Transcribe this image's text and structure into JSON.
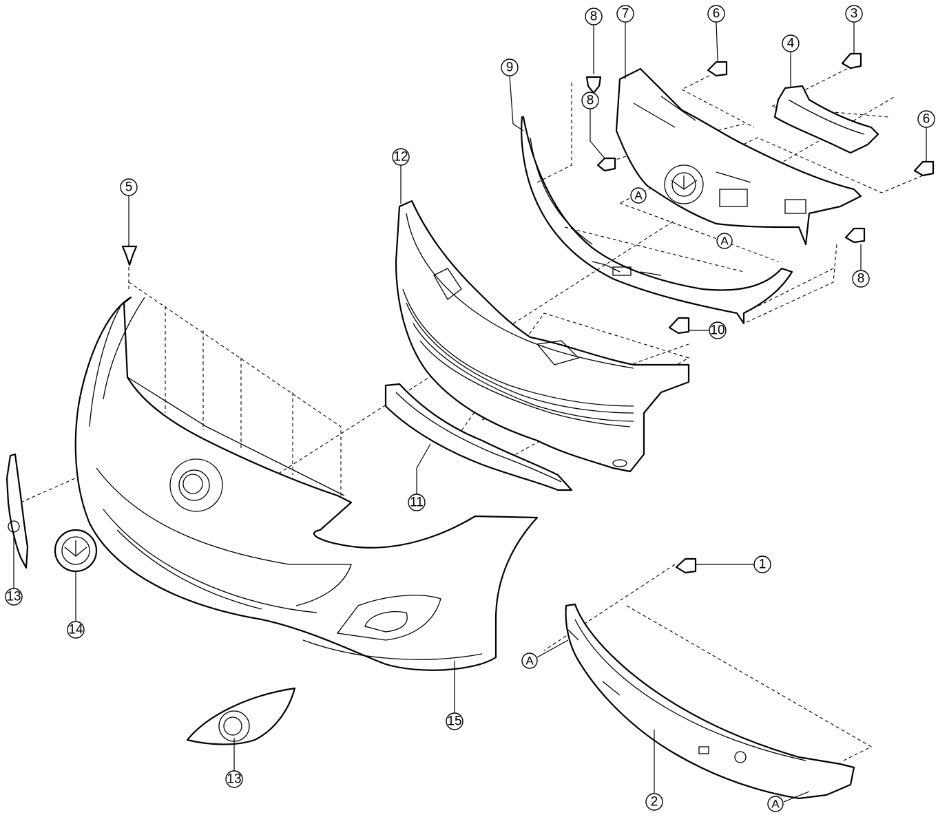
{
  "callouts": {
    "c1": "1",
    "c2": "2",
    "c3": "3",
    "c4": "4",
    "c5": "5",
    "c6a": "6",
    "c6b": "6",
    "c7": "7",
    "c8a": "8",
    "c8b": "8",
    "c8c": "8",
    "c9": "9",
    "c10": "10",
    "c11": "11",
    "c12": "12",
    "c13a": "13",
    "c13b": "13",
    "c14": "14",
    "c15": "15"
  },
  "references": {
    "r1": "A",
    "r2": "A",
    "r3": "A",
    "r4": "A"
  }
}
